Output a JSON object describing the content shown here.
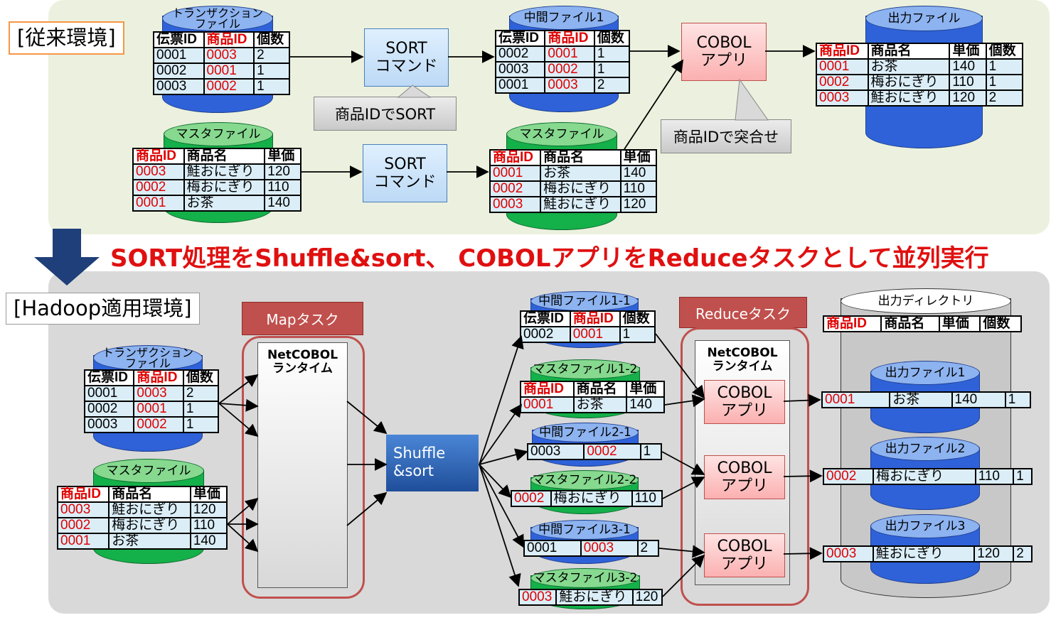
{
  "colors": {
    "accent_red": "#e01010",
    "blue_db": "#2f62d9",
    "green_db": "#14b04a"
  },
  "top": {
    "label": "[従来環境]",
    "trans_title": "トランザクション\nファイル",
    "trans_header": [
      "伝票ID",
      "商品ID",
      "個数"
    ],
    "trans_rows": [
      [
        "0001",
        "0003",
        "2"
      ],
      [
        "0002",
        "0001",
        "1"
      ],
      [
        "0003",
        "0002",
        "1"
      ]
    ],
    "master_title": "マスタファイル",
    "master_header": [
      "商品ID",
      "商品名",
      "単価"
    ],
    "master_rows": [
      [
        "0003",
        "鮭おにぎり",
        "120"
      ],
      [
        "0002",
        "梅おにぎり",
        "110"
      ],
      [
        "0001",
        "お茶",
        "140"
      ]
    ],
    "sort1": "SORT\nコマンド",
    "sort2": "SORT\nコマンド",
    "callout_sort": "商品IDでSORT",
    "mid_title": "中間ファイル1",
    "mid_rows": [
      [
        "0002",
        "0001",
        "1"
      ],
      [
        "0003",
        "0002",
        "1"
      ],
      [
        "0001",
        "0003",
        "2"
      ]
    ],
    "master2_title": "マスタファイル",
    "master2_rows": [
      [
        "0001",
        "お茶",
        "140"
      ],
      [
        "0002",
        "梅おにぎり",
        "110"
      ],
      [
        "0003",
        "鮭おにぎり",
        "120"
      ]
    ],
    "cobol": "COBOL\nアプリ",
    "callout_match": "商品IDで突合せ",
    "out_title": "出力ファイル",
    "out_header": [
      "商品ID",
      "商品名",
      "単価",
      "個数"
    ],
    "out_rows": [
      [
        "0001",
        "お茶",
        "140",
        "1"
      ],
      [
        "0002",
        "梅おにぎり",
        "110",
        "1"
      ],
      [
        "0003",
        "鮭おにぎり",
        "120",
        "2"
      ]
    ]
  },
  "message": "SORT処理をShuffle&sort、 COBOLアプリをReduceタスクとして並列実行",
  "bottom": {
    "label": "[Hadoop適用環境]",
    "map_tag": "Mapタスク",
    "reduce_tag": "Reduceタスク",
    "runtime_map": "NetCOBOL\nランタイム",
    "runtime_reduce": "NetCOBOL\nランタイム",
    "shuffle": "Shuffle\n&sort",
    "trans_title": "トランザクション\nファイル",
    "trans_rows": [
      [
        "0001",
        "0003",
        "2"
      ],
      [
        "0002",
        "0001",
        "1"
      ],
      [
        "0003",
        "0002",
        "1"
      ]
    ],
    "master_title": "マスタファイル",
    "master_rows": [
      [
        "0003",
        "鮭おにぎり",
        "120"
      ],
      [
        "0002",
        "梅おにぎり",
        "110"
      ],
      [
        "0001",
        "お茶",
        "140"
      ]
    ],
    "mid1_title": "中間ファイル1-1",
    "mid1_row": [
      "0002",
      "0001",
      "1"
    ],
    "mas1_title": "マスタファイル1-2",
    "mas1_row": [
      "0001",
      "お茶",
      "140"
    ],
    "mid2_title": "中間ファイル2-1",
    "mid2_row": [
      "0003",
      "0002",
      "1"
    ],
    "mas2_title": "マスタファイル2-2",
    "mas2_row": [
      "0002",
      "梅おにぎり",
      "110"
    ],
    "mid3_title": "中間ファイル3-1",
    "mid3_row": [
      "0001",
      "0003",
      "2"
    ],
    "mas3_title": "マスタファイル3-2",
    "mas3_row": [
      "0003",
      "鮭おにぎり",
      "120"
    ],
    "cobol": "COBOL\nアプリ",
    "outdir_title": "出力ディレクトリ",
    "outdir_header": [
      "商品ID",
      "商品名",
      "単価",
      "個数"
    ],
    "out1_title": "出力ファイル1",
    "out1_row": [
      "0001",
      "お茶",
      "140",
      "1"
    ],
    "out2_title": "出力ファイル2",
    "out2_row": [
      "0002",
      "梅おにぎり",
      "110",
      "1"
    ],
    "out3_title": "出力ファイル3",
    "out3_row": [
      "0003",
      "鮭おにぎり",
      "120",
      "2"
    ]
  }
}
